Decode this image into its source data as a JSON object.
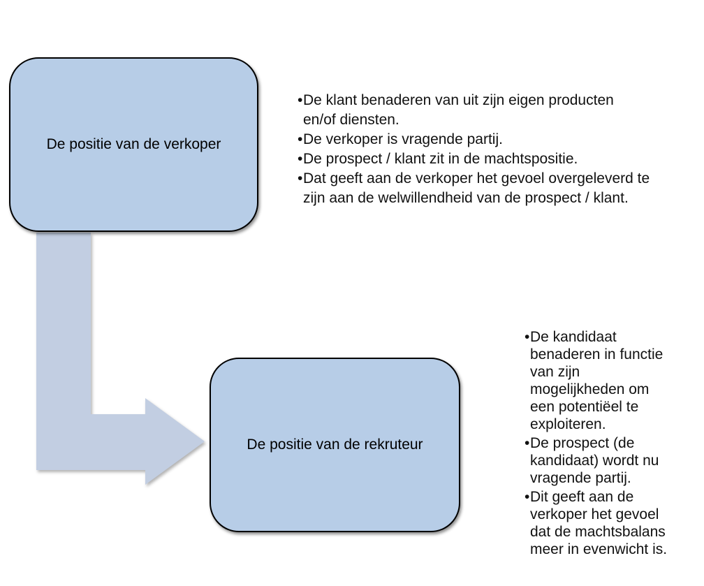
{
  "colors": {
    "background": "#ffffff",
    "box_fill": "#b7cde7",
    "box_border": "#000000",
    "arrow_fill": "#c2cee2",
    "text": "#111111"
  },
  "bullet_glyph": "•",
  "diagram": {
    "seller_box": {
      "label": "De positie van de verkoper"
    },
    "recruiter_box": {
      "label": "De positie van de rekruteur"
    },
    "connector": {
      "shape": "elbow-arrow",
      "from": "seller_box",
      "to": "recruiter_box",
      "direction": "down-then-right"
    }
  },
  "seller_notes": {
    "items": [
      {
        "text": "De klant benaderen van uit zijn eigen producten en/of diensten.",
        "lines": [
          "De klant benaderen van uit zijn eigen producten",
          "en/of diensten."
        ]
      },
      {
        "text": "De verkoper is vragende partij.",
        "lines": [
          "De verkoper is vragende partij."
        ]
      },
      {
        "text": "De prospect / klant zit in de machtspositie.",
        "lines": [
          "De prospect / klant zit in de machtspositie."
        ]
      },
      {
        "text": "Dat geeft aan de verkoper het gevoel overgeleverd te zijn aan de welwillendheid van de prospect / klant.",
        "lines": [
          "Dat geeft aan de verkoper het gevoel overgeleverd te",
          "zijn aan de welwillendheid van de prospect / klant."
        ]
      }
    ]
  },
  "recruiter_notes": {
    "items": [
      {
        "text": "De kandidaat benaderen in functie van zijn mogelijkheden om een potentiëel te exploiteren.",
        "lines": [
          "De kandidaat",
          "benaderen in functie",
          "van zijn",
          "mogelijkheden om",
          "een potentiëel te",
          "exploiteren."
        ]
      },
      {
        "text": "De prospect (de kandidaat) wordt nu vragende partij.",
        "lines": [
          "De prospect (de",
          "kandidaat) wordt nu",
          "vragende partij."
        ]
      },
      {
        "text": "Dit geeft aan de verkoper het gevoel dat de machtsbalans meer in evenwicht is.",
        "lines": [
          "Dit geeft aan de",
          "verkoper het gevoel",
          "dat de machtsbalans",
          "meer in evenwicht is."
        ]
      }
    ]
  }
}
